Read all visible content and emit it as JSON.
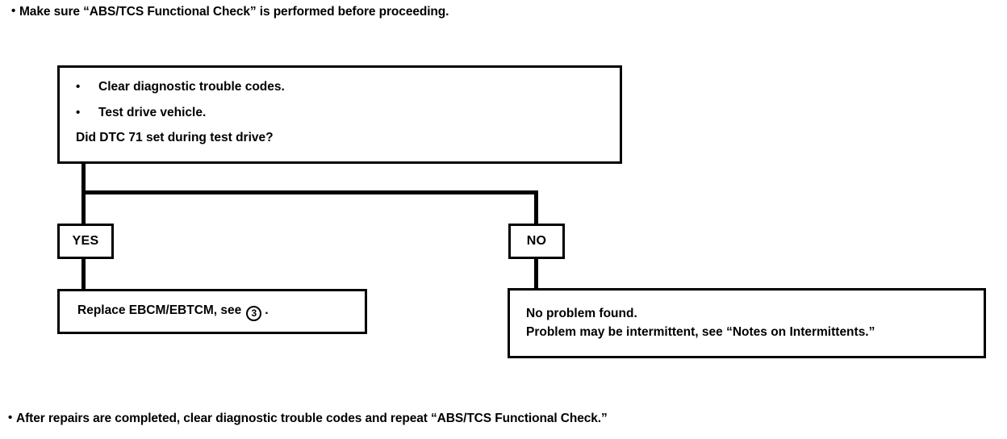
{
  "page": {
    "background_color": "#ffffff",
    "ink_color": "#000000"
  },
  "notes": {
    "top": {
      "bullet": "•",
      "text": "Make sure “ABS/TCS Functional Check” is performed before proceeding."
    },
    "bottom": {
      "bullet": "•",
      "text": "After repairs are completed, clear diagnostic trouble codes and repeat “ABS/TCS Functional Check.”"
    }
  },
  "flowchart": {
    "decision": {
      "steps": [
        {
          "bullet": "•",
          "text": "Clear diagnostic trouble codes."
        },
        {
          "bullet": "•",
          "text": "Test drive vehicle."
        }
      ],
      "question": "Did DTC 71 set during test drive?"
    },
    "branches": [
      {
        "label": "YES",
        "result": {
          "lines": [
            {
              "prefix": "Replace EBCM/EBTCM, see",
              "marker": "3",
              "suffix": "."
            }
          ]
        }
      },
      {
        "label": "NO",
        "result": {
          "lines": [
            {
              "text": "No problem found."
            },
            {
              "text": "Problem may be intermittent, see “Notes on Intermittents.”"
            }
          ]
        }
      }
    ]
  }
}
